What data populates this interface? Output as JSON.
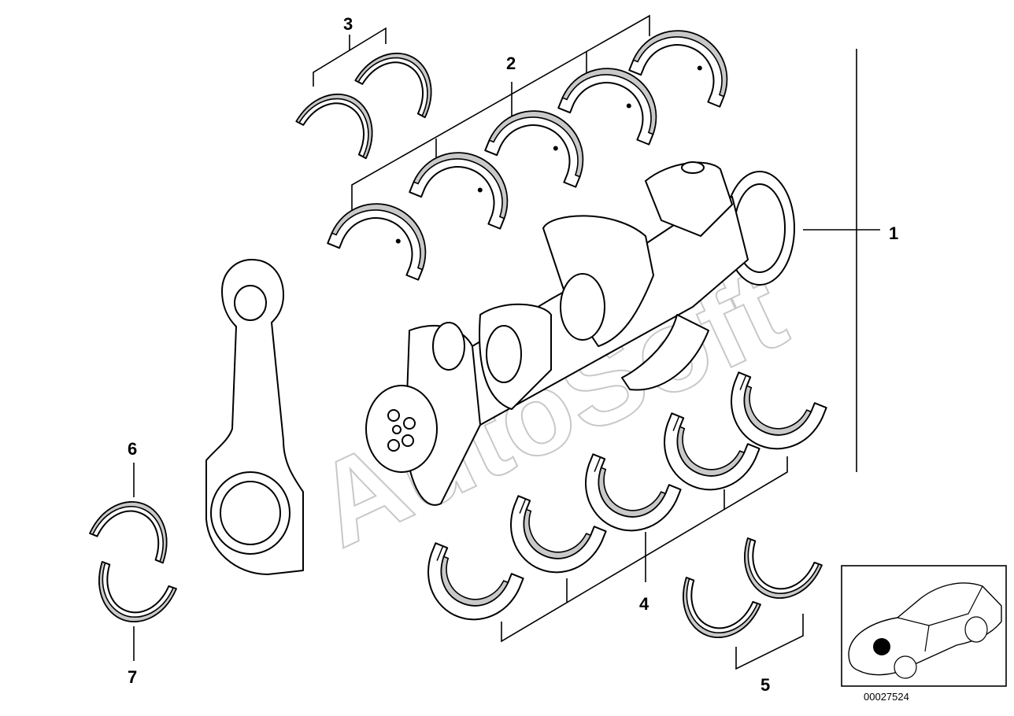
{
  "callouts": [
    "1",
    "2",
    "3",
    "4",
    "5",
    "6",
    "7"
  ],
  "watermark": "AutoSoft",
  "inset": {
    "part_number": "00027524",
    "marker_color": "#000000"
  },
  "colors": {
    "line": "#000000",
    "shading": "#c9c9c9",
    "watermark": "#c8c8c8"
  }
}
